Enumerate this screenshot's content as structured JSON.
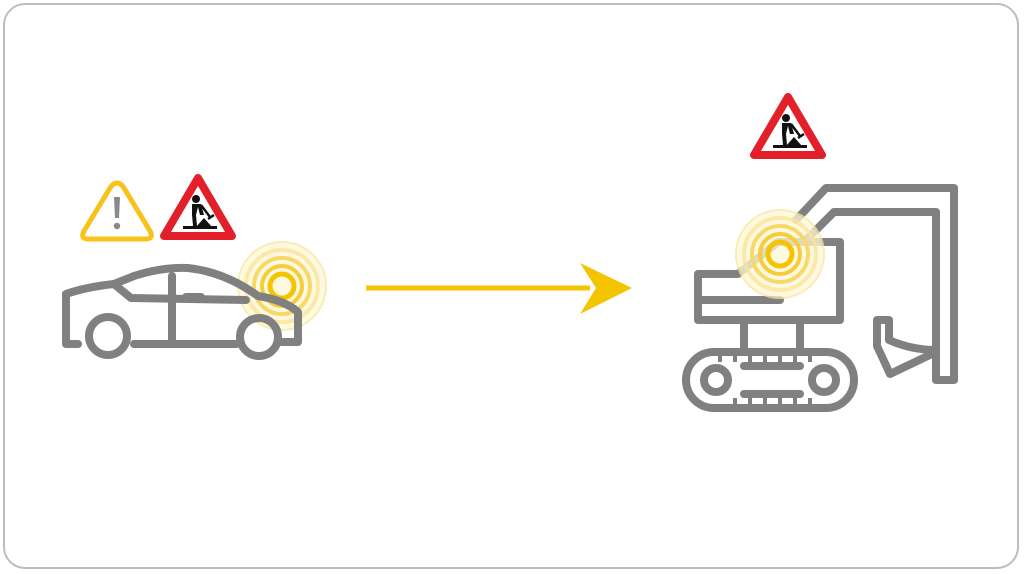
{
  "diagram": {
    "nodes": [
      {
        "id": "vehicle",
        "icon": "car-icon",
        "badges": [
          "caution-warning-icon",
          "roadworks-sign-icon"
        ],
        "signal": "wireless-signal-icon"
      },
      {
        "id": "construction-machine",
        "icon": "excavator-icon",
        "badges": [
          "roadworks-sign-icon"
        ],
        "signal": "wireless-signal-icon"
      }
    ],
    "edges": [
      {
        "from": "vehicle",
        "to": "construction-machine",
        "style": "arrow"
      }
    ]
  },
  "colors": {
    "frame": "#bdbdbd",
    "icon_gray": "#808080",
    "accent_yellow": "#f5c400",
    "caution_yellow": "#f7c21a",
    "sign_red": "#e3202a",
    "sign_dark": "#111111"
  }
}
